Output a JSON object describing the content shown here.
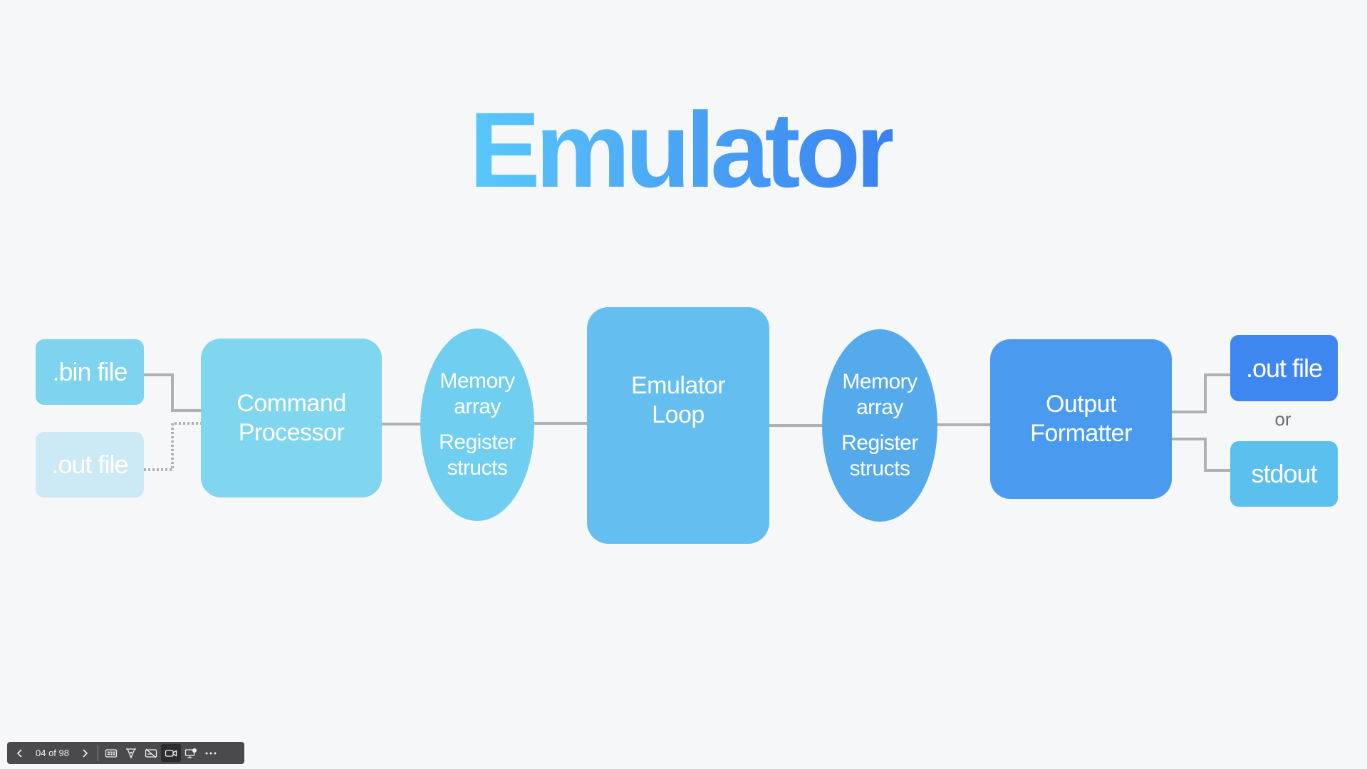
{
  "slide": {
    "title": "Emulator",
    "title_gradient": [
      "#5ac8fa",
      "#3a82f0"
    ],
    "background": "#f6f7f8"
  },
  "diagram": {
    "inputs": [
      {
        "label": ".bin file",
        "color": "#7ed3ee",
        "style": "solid"
      },
      {
        "label": ".out file",
        "color": "#cbeaf5",
        "style": "dotted"
      }
    ],
    "command_processor": {
      "lines": [
        "Command",
        "Processor"
      ],
      "color": "#80d6ef"
    },
    "memory_left": {
      "groups": [
        [
          "Memory",
          "array"
        ],
        [
          "Register",
          "structs"
        ]
      ],
      "color": "#70cef0"
    },
    "emulator_loop": {
      "lines": [
        "Emulator",
        "Loop"
      ],
      "color": "#65bef0"
    },
    "memory_right": {
      "groups": [
        [
          "Memory",
          "array"
        ],
        [
          "Register",
          "structs"
        ]
      ],
      "color": "#55aaec"
    },
    "output_formatter": {
      "lines": [
        "Output",
        "Formatter"
      ],
      "color": "#4a9bef"
    },
    "outputs": [
      {
        "label": ".out file",
        "color": "#3f87f0"
      },
      {
        "label": "stdout",
        "color": "#5cc0ee"
      }
    ],
    "or_label": "or",
    "connector_color": "#b0b0b0"
  },
  "toolbar": {
    "prev_icon": "chevron-left-icon",
    "counter": "04 of 98",
    "next_icon": "chevron-right-icon",
    "buttons": [
      {
        "name": "slide-grid-icon"
      },
      {
        "name": "pen-tool-icon"
      },
      {
        "name": "hide-subtitles-icon"
      },
      {
        "name": "camera-icon",
        "active": true
      },
      {
        "name": "screen-share-icon"
      },
      {
        "name": "more-icon"
      }
    ]
  }
}
